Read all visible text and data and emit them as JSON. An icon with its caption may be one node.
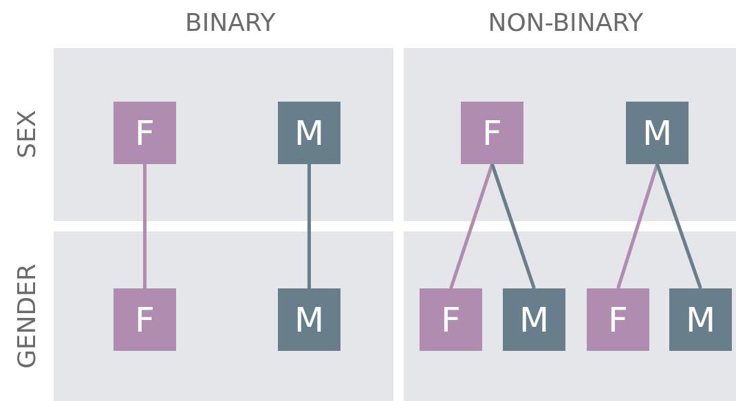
{
  "diagram": {
    "nodes": [
      {
        "text": [
          "F"
        ]
      },
      {
        "text": [
          "M"
        ]
      },
      {
        "text": [
          "F"
        ]
      },
      {
        "text": [
          "M"
        ]
      },
      {
        "text": [
          "F"
        ]
      },
      {
        "text": [
          "M"
        ]
      },
      {
        "text": [
          "F"
        ]
      },
      {
        "text": [
          "M"
        ]
      },
      {
        "text": [
          "F"
        ]
      },
      {
        "text": [
          "M"
        ]
      }
    ],
    "edges": [
      {
        "from": 0,
        "to": 4,
        "arrow": "none",
        "color": "#b08cb0"
      },
      {
        "from": 1,
        "to": 5,
        "arrow": "none",
        "color": "#687f8b"
      },
      {
        "from": 2,
        "to": 6,
        "arrow": "none",
        "color": "#b08cb0"
      },
      {
        "from": 2,
        "to": 7,
        "arrow": "none",
        "color": "#687f8b"
      },
      {
        "from": 3,
        "to": 8,
        "arrow": "none",
        "color": "#b08cb0"
      },
      {
        "from": 3,
        "to": 9,
        "arrow": "none",
        "color": "#687f8b"
      }
    ],
    "labels": [
      "BINARY",
      "NON-BINARY",
      "SEX",
      "GENDER"
    ]
  }
}
